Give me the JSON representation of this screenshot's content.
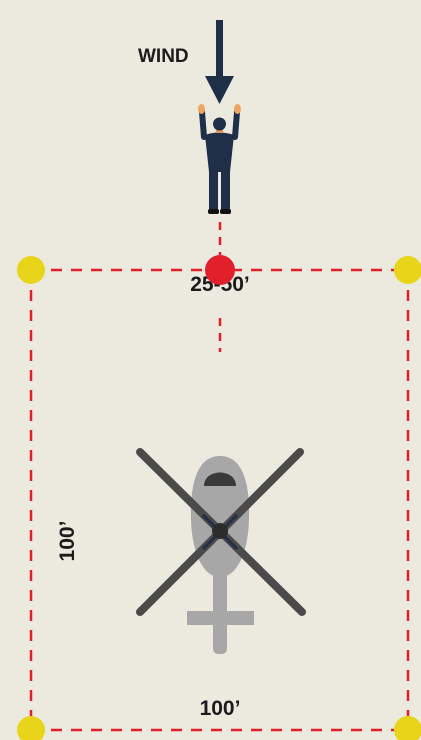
{
  "labels": {
    "wind": "WIND",
    "distance": "25-50’",
    "side_vertical": "100’",
    "side_horizontal": "100’"
  },
  "colors": {
    "background": "#ECE9DF",
    "boundary_line": "#E1202B",
    "corner_marker": "#E8D51A",
    "signalman_marker": "#E1202B",
    "arrow": "#1F2F47",
    "signalman_uniform": "#1F2F47",
    "signalman_skin": "#F0A45F",
    "helicopter_body": "#A7A7A7",
    "rotor": "#4A4A4A",
    "hub": "#2C2C2C",
    "canopy": "#3A3A3A"
  },
  "icons": {
    "arrow": "wind-arrow-icon",
    "person": "signalman-icon",
    "aircraft": "helicopter-icon"
  }
}
